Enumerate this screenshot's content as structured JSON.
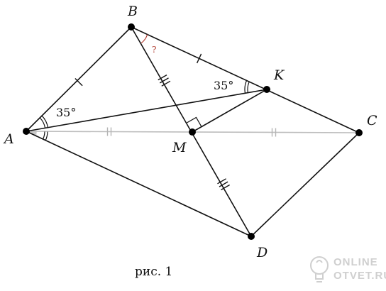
{
  "points": {
    "A": "A",
    "B": "B",
    "C": "C",
    "D": "D",
    "K": "K",
    "M": "M"
  },
  "angles": {
    "at_A": "35°",
    "at_K": "35°",
    "at_B": "?"
  },
  "caption": "рис. 1",
  "watermark": {
    "line1": "ONLINE",
    "line2": "OTVET.RU"
  },
  "colors": {
    "lines": "#111111",
    "diagonal_AC": "#bdbdbd",
    "question_mark": "#b03a2e",
    "angle_shade": "#c8c8c8",
    "watermark": "#cfcfcf"
  }
}
